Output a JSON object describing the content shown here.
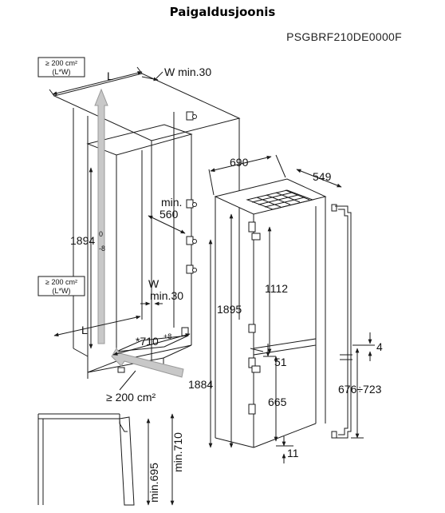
{
  "header": {
    "title": "Paigaldusjoonis",
    "model_code": "PSGBRF210DE0000F"
  },
  "labels": {
    "vent_top": [
      "≥ 200 cm²",
      "(L*W)"
    ],
    "vent_mid": [
      "≥ 200 cm²",
      "(L*W)"
    ],
    "vent_bottom": "≥ 200 cm²",
    "L_top": "L",
    "L_bottom": "L",
    "W_top": "W min.30",
    "W_mid": [
      "W",
      "min.30"
    ],
    "min_560": [
      "min.",
      "560"
    ],
    "h_1894": "1894",
    "h_1894_tol_up": "0",
    "h_1894_tol_dn": "-8",
    "w_710": "*710",
    "w_710_tol": "+8",
    "d_690": "690",
    "d_549": "549",
    "h_1112": "1112",
    "h_1895": "1895",
    "h_1884": "1884",
    "h_51": "51",
    "h_665": "665",
    "h_11": "11",
    "h_4": "4",
    "h_676_723": "676÷723",
    "min_695": "min.695",
    "min_710": "min.710"
  },
  "colors": {
    "line": "#1a1a1a",
    "arrow_fill": "#c8c8c8",
    "arrow_stroke": "#9a9a9a"
  }
}
